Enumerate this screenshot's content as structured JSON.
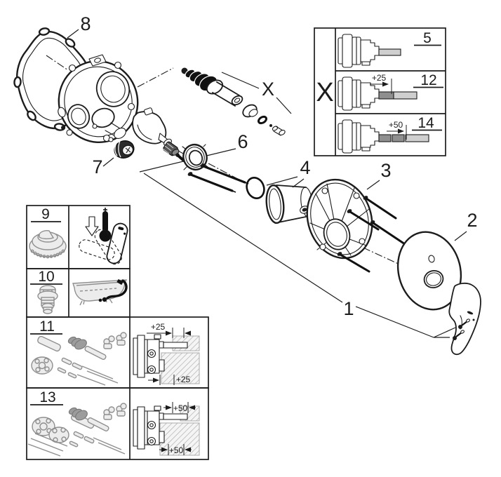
{
  "diagram": {
    "type": "exploded-parts-diagram",
    "callouts": {
      "gasket": "8",
      "shaft_group": "X",
      "plug": "7",
      "cartridge_group": "6",
      "sleeve_group": "4",
      "mounting_plate": "3",
      "cover_plate": "2",
      "complete_unit": "1"
    },
    "variant_box": {
      "group_label": "X",
      "rows": [
        {
          "num": "5",
          "offset": ""
        },
        {
          "num": "12",
          "offset": "+25"
        },
        {
          "num": "14",
          "offset": "+50"
        }
      ]
    },
    "accessory_boxes": {
      "temp_limiter": {
        "num": "9"
      },
      "check_valve": {
        "num": "10"
      },
      "extension_25": {
        "num": "11",
        "offset_top": "+25",
        "offset_bottom": "+25"
      },
      "extension_50": {
        "num": "13",
        "offset_top": "+50",
        "offset_bottom": "+50"
      }
    },
    "colors": {
      "bg": "#ffffff",
      "line": "#1c1c1c",
      "gray_line": "#8f8f8f",
      "shaft_fill": "#cfcfcf",
      "ext_fill": "#8f8f8f"
    }
  }
}
